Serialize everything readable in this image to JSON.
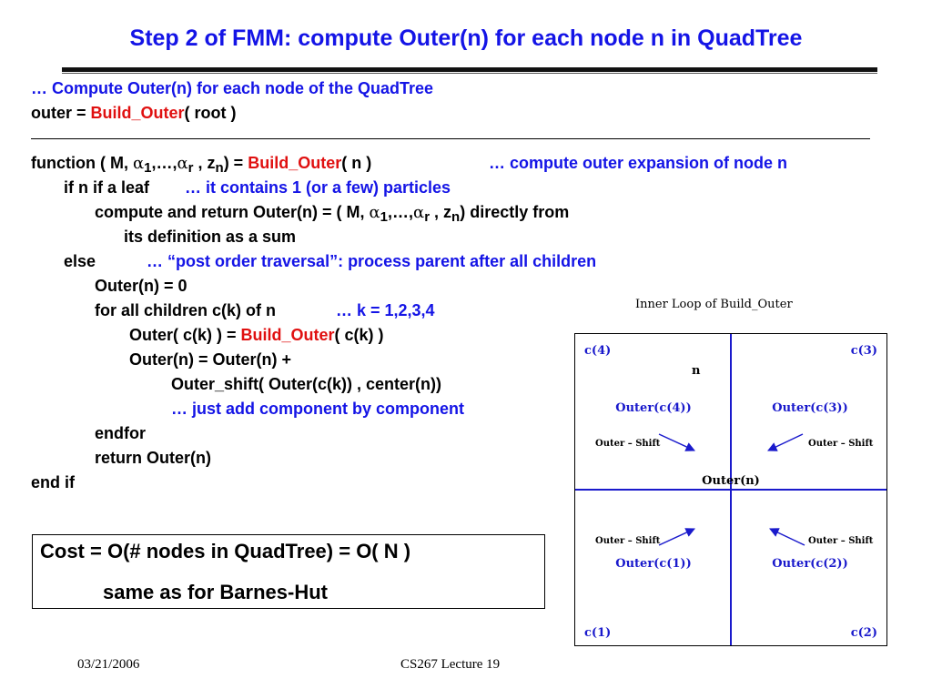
{
  "title": "Step 2 of FMM: compute Outer(n) for each node n in QuadTree",
  "intro": {
    "comment": "… Compute Outer(n) for each node of the QuadTree",
    "outer_prefix": "outer = ",
    "build_outer": "Build_Outer",
    "outer_suffix": "( root )"
  },
  "code": {
    "fn_prefix": "function ( M, ",
    "alpha": "α",
    "sub_1": "1",
    "sub_r": "r",
    "sub_n": "n",
    "ellipsis_comma": ",…,",
    "z_part": " , z",
    "eq": ") = ",
    "build_outer": "Build_Outer",
    "fn_args": "( n )",
    "fn_comment": "… compute outer expansion of node n",
    "if_leaf": "if n if a leaf",
    "if_leaf_comment": "… it contains 1 (or a few) particles",
    "compute_return": "compute and return Outer(n) = ( M, ",
    "directly_from": ") directly from",
    "its_definition": "its definition as a sum",
    "else": "else",
    "else_comment": "… “post order traversal”: process parent after all children",
    "outer_zero": "Outer(n) = 0",
    "for_all": "for all children c(k) of n",
    "for_comment": "… k = 1,2,3,4",
    "outer_ck_prefix": "Outer( c(k) ) = ",
    "outer_ck_suffix": "( c(k) )",
    "outer_sum": "Outer(n) = Outer(n) +",
    "outer_shift": "Outer_shift( Outer(c(k)) , center(n))",
    "shift_comment": "… just add component by component",
    "endfor": "endfor",
    "return_outer": "return Outer(n)",
    "endif": "end if"
  },
  "cost": {
    "line1": "Cost = O(# nodes in QuadTree)  = O( N )",
    "line2": "same as for Barnes-Hut"
  },
  "diagram": {
    "title": "Inner Loop of Build_Outer",
    "c4": "c(4)",
    "c3": "c(3)",
    "c1": "c(1)",
    "c2": "c(2)",
    "n": "n",
    "outer_c4": "Outer(c(4))",
    "outer_c3": "Outer(c(3))",
    "outer_c1": "Outer(c(1))",
    "outer_c2": "Outer(c(2))",
    "outer_n": "Outer(n)",
    "shift": "Outer – Shift",
    "label_color": "#1a1acc",
    "line_color": "#1a1acc"
  },
  "footer": {
    "date": "03/21/2006",
    "lecture": "CS267 Lecture 19"
  }
}
